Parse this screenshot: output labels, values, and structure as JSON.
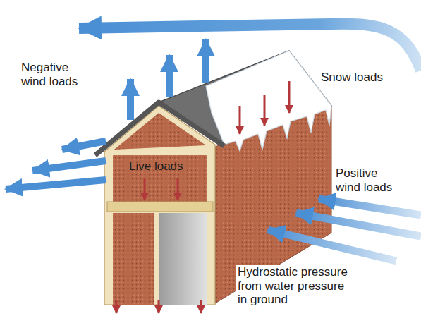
{
  "diagram": {
    "labels": [
      "Negative wind loads",
      "Snow loads",
      "Live loads",
      "Positive wind loads",
      "Hydrostatic pressure from water pressure in ground"
    ]
  }
}
